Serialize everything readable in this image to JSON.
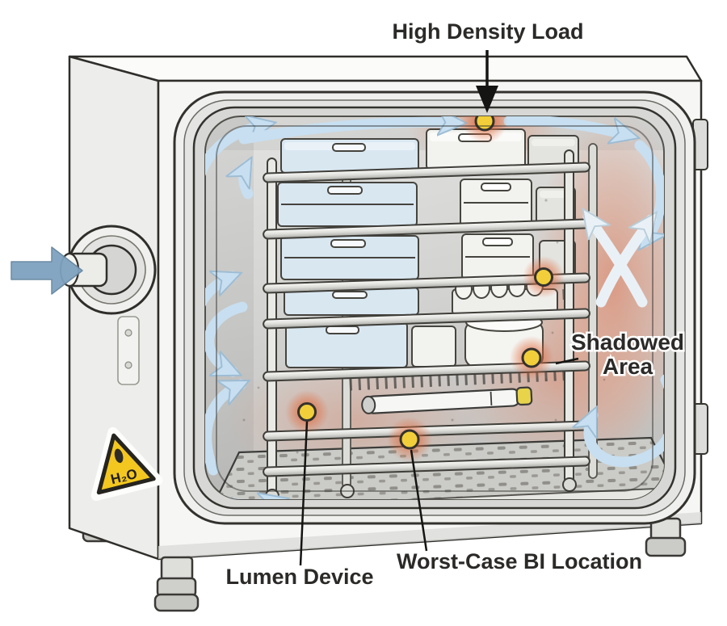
{
  "labels": {
    "high_density_load": "High Density Load",
    "shadowed_area_line1": "Shadowed",
    "shadowed_area_line2": "Area",
    "lumen_device": "Lumen Device",
    "worst_case_bi_location": "Worst-Case BI Location",
    "water_sticker": "H₂O"
  },
  "markers": {
    "bi_dot_color": "#f2cf3a",
    "glow_color": "#e0512b",
    "locations": [
      "high-density-load-top",
      "upper-right-shelf",
      "shadowed-area-shelf",
      "lumen-device-shelf",
      "worst-case-bottom-center"
    ]
  },
  "colors": {
    "airflow_blue": "#c7dff0",
    "airflow_white": "#e9f1f7",
    "shadow_pink": "#dd8d72",
    "body_white": "#f6f6f4",
    "chamber_gray": "#cfcfcd",
    "sticker_yellow": "#f3c71f",
    "inlet_arrow_blue": "#7fa2bf",
    "label_text": "#2b2a28"
  }
}
